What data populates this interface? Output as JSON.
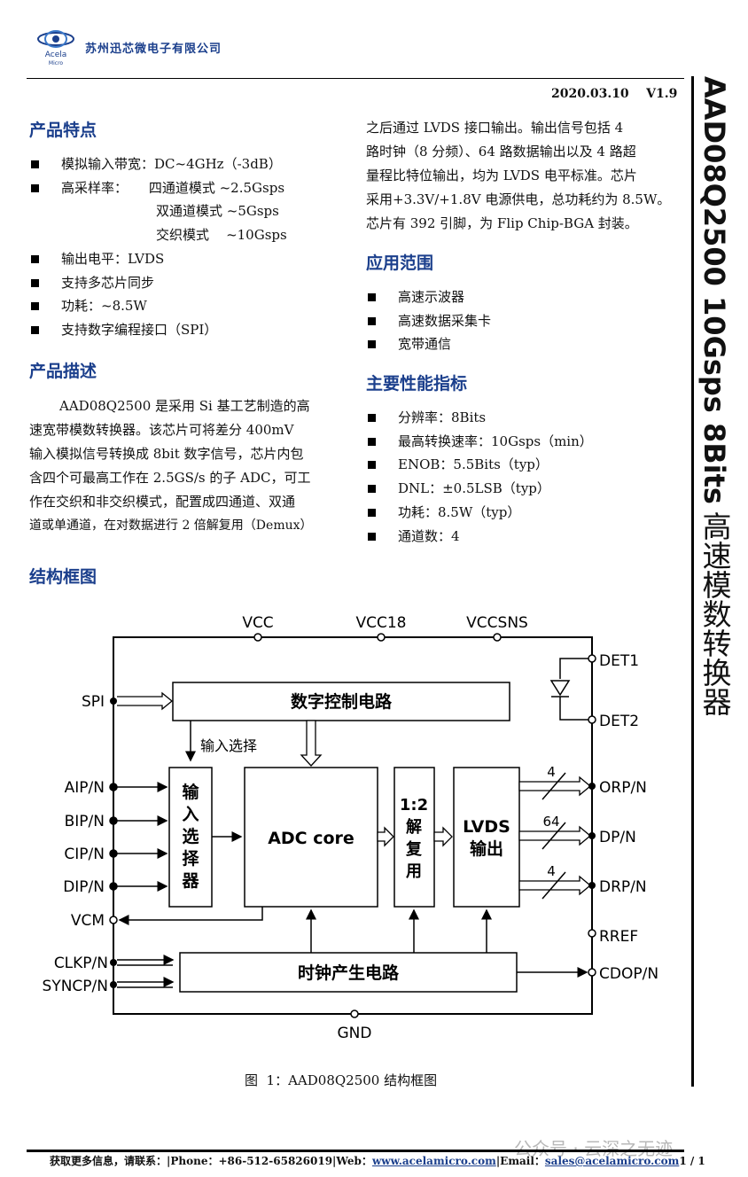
{
  "header": {
    "company": "苏州迅芯微电子有限公司",
    "logo_text": "Acela",
    "logo_sub": "Micro",
    "date_version": "2020.03.10    V1.9"
  },
  "side_title": {
    "part": "AAD08Q2500 10Gsps 8Bits",
    "desc": "高速模数转换器"
  },
  "features": {
    "heading": "产品特点",
    "items": [
      "模拟输入带宽：DC~4GHz（-3dB）",
      "高采样率：     四通道模式 ~2.5Gsps",
      "双通道模式 ~5Gsps",
      "交织模式    ~10Gsps",
      "输出电平：LVDS",
      "支持多芯片同步",
      "功耗：~8.5W",
      "支持数字编程接口（SPI）"
    ]
  },
  "description": {
    "heading": "产品描述",
    "lines": [
      "AAD08Q2500 是采用 Si 基工艺制造的高",
      "速宽带模数转换器。该芯片可将差分 400mV",
      "输入模拟信号转换成 8bit 数字信号，芯片内包",
      "含四个可最高工作在 2.5GS/s 的子 ADC，可工",
      "作在交织和非交织模式，配置成四通道、双通",
      "道或单通道，在对数据进行 2 倍解复用（Demux）"
    ],
    "cont_lines": [
      "之后通过 LVDS 接口输出。输出信号包括 4",
      "路时钟（8 分频）、64 路数据输出以及 4 路超",
      "量程比特位输出，均为 LVDS 电平标准。芯片",
      "采用+3.3V/+1.8V 电源供电，总功耗约为 8.5W。",
      "芯片有 392 引脚，为 Flip Chip-BGA 封装。"
    ]
  },
  "applications": {
    "heading": "应用范围",
    "items": [
      "高速示波器",
      "高速数据采集卡",
      "宽带通信"
    ]
  },
  "specs": {
    "heading": "主要性能指标",
    "items": [
      "分辨率：8Bits",
      "最高转换速率：10Gsps（min）",
      "ENOB：5.5Bits（typ）",
      "DNL：±0.5LSB（typ）",
      "功耗：8.5W（typ）",
      "通道数：4"
    ]
  },
  "diagram": {
    "heading": "结构框图",
    "top_pins": [
      "VCC",
      "VCC18",
      "VCCSNS"
    ],
    "left_pins": [
      "SPI",
      "AIP/N",
      "BIP/N",
      "CIP/N",
      "DIP/N",
      "VCM",
      "CLKP/N",
      "SYNCP/N"
    ],
    "right_pins": [
      "DET1",
      "DET2",
      "ORP/N",
      "DP/N",
      "DRP/N",
      "RREF",
      "CDOP/N"
    ],
    "bottom_pin": "GND",
    "blocks": {
      "digital_ctrl": "数字控制电路",
      "input_select_label": "输入选择",
      "input_mux": [
        "输",
        "入",
        "选",
        "择",
        "器"
      ],
      "adc_core": "ADC core",
      "demux": [
        "1:2",
        "解",
        "复",
        "用"
      ],
      "lvds": [
        "LVDS",
        "输出"
      ],
      "clock_gen": "时钟产生电路"
    },
    "bus_widths": [
      "4",
      "64",
      "4"
    ],
    "caption": "图  1：AAD08Q2500 结构框图"
  },
  "footer": {
    "label": "获取更多信息，请联系：|Phone：+86-512-65826019|Web：",
    "web": "www.acelamicro.com",
    "email_label": "|Email：",
    "email": "sales@acelamicro.com",
    "page": "1 / 1"
  },
  "watermark": "公众号 · 云深之无迹",
  "colors": {
    "heading": "#1b3f8c",
    "text": "#111111"
  }
}
